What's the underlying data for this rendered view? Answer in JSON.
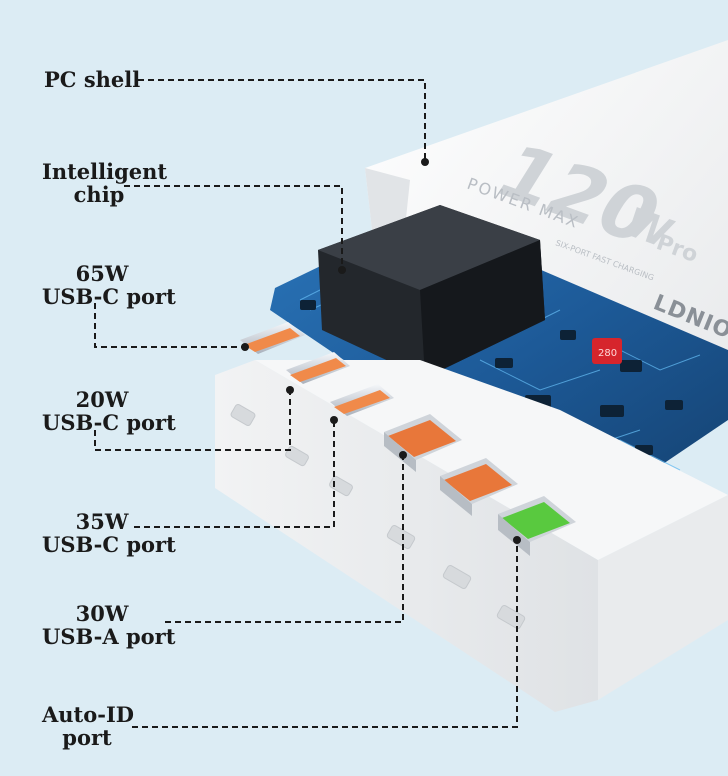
{
  "labels": {
    "pc_shell": "PC shell",
    "intelligent_chip": {
      "line1": "Intelligent",
      "line2": "chip"
    },
    "usbc_65": {
      "line1": "65W",
      "line2": "USB-C port"
    },
    "usbc_20": {
      "line1": "20W",
      "line2": "USB-C port"
    },
    "usbc_35": {
      "line1": "35W",
      "line2": "USB-C port"
    },
    "usba_30": {
      "line1": "30W",
      "line2": "USB-A port"
    },
    "auto_id": {
      "line1": "Auto-ID",
      "line2": "port"
    }
  },
  "product": {
    "wattage": "120",
    "unit": "W",
    "tier": "Pro",
    "power_text": "POWER MAX",
    "sub_text": "SIX-PORT FAST CHARGING",
    "brand": "LDNIO",
    "chip_marking": "280"
  },
  "colors": {
    "background": "#dcecf4",
    "shell": "#f4f5f6",
    "pcb": "#1f5f9e",
    "usb_c": "#f08a4a",
    "usb_a": "#e8773a",
    "auto_id": "#59c93f",
    "leader_line": "#1a1a1a"
  }
}
